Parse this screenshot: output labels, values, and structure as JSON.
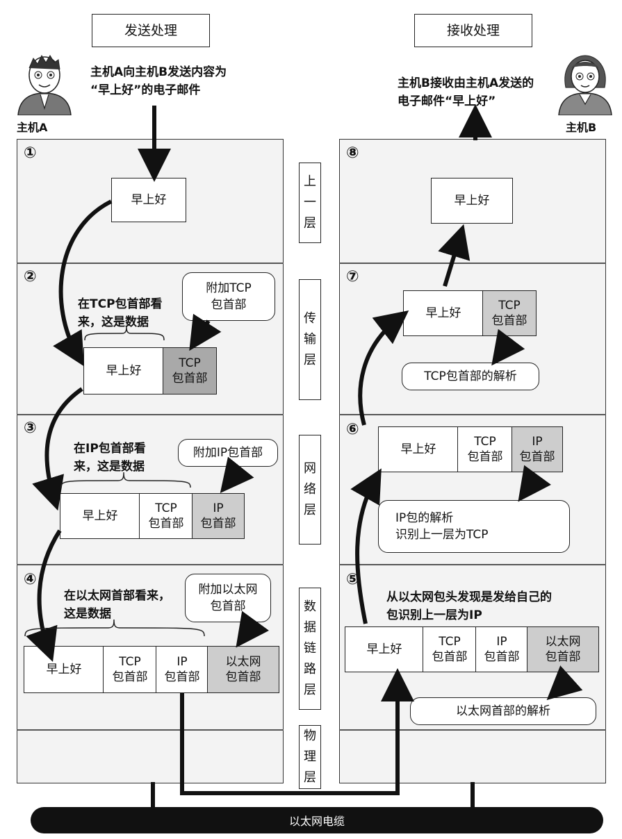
{
  "titles": {
    "send": "发送处理",
    "receive": "接收处理"
  },
  "hosts": {
    "a_name": "主机A",
    "b_name": "主机B",
    "a_desc_1": "主机A向主机B发送内容为",
    "a_desc_2": "“早上好”的电子邮件",
    "b_desc_1": "主机B接收由主机A发送的",
    "b_desc_2": "电子邮件“早上好”"
  },
  "layers": {
    "upper": [
      "上",
      "一",
      "层"
    ],
    "transport": [
      "传",
      "输",
      "层"
    ],
    "network": [
      "网",
      "络",
      "层"
    ],
    "datalink": [
      "数",
      "据",
      "链",
      "路",
      "层"
    ],
    "physical": [
      "物",
      "理",
      "层"
    ]
  },
  "steps": {
    "s1": "①",
    "s2": "②",
    "s3": "③",
    "s4": "④",
    "s5": "⑤",
    "s6": "⑥",
    "s7": "⑦",
    "s8": "⑧"
  },
  "packets": {
    "data": "早上好",
    "tcp_1": "TCP",
    "tcp_2": "包首部",
    "ip_1": "IP",
    "ip_2": "包首部",
    "eth_1": "以太网",
    "eth_2": "包首部"
  },
  "notes": {
    "add_tcp_1": "附加TCP",
    "add_tcp_2": "包首部",
    "add_ip": "附加IP包首部",
    "add_eth_1": "附加以太网",
    "add_eth_2": "包首部",
    "parse_tcp": "TCP包首部的解析",
    "parse_ip_1": "IP包的解析",
    "parse_ip_2": "识别上一层为TCP",
    "parse_eth": "以太网首部的解析"
  },
  "captions": {
    "tcp_view_1": "在TCP包首部看",
    "tcp_view_2": "来，这是数据",
    "ip_view_1": "在IP包首部看",
    "ip_view_2": "来，这是数据",
    "eth_view_1": "在以太网首部看来，",
    "eth_view_2": "这是数据",
    "eth_detect_1": "从以太网包头发现是发给自己的",
    "eth_detect_2": "包识别上一层为IP"
  },
  "cable": "以太网电缆",
  "colors": {
    "tcp_header_send": "#a9a9a9",
    "header_gray": "#cdcdcd",
    "cable": "#111111"
  }
}
